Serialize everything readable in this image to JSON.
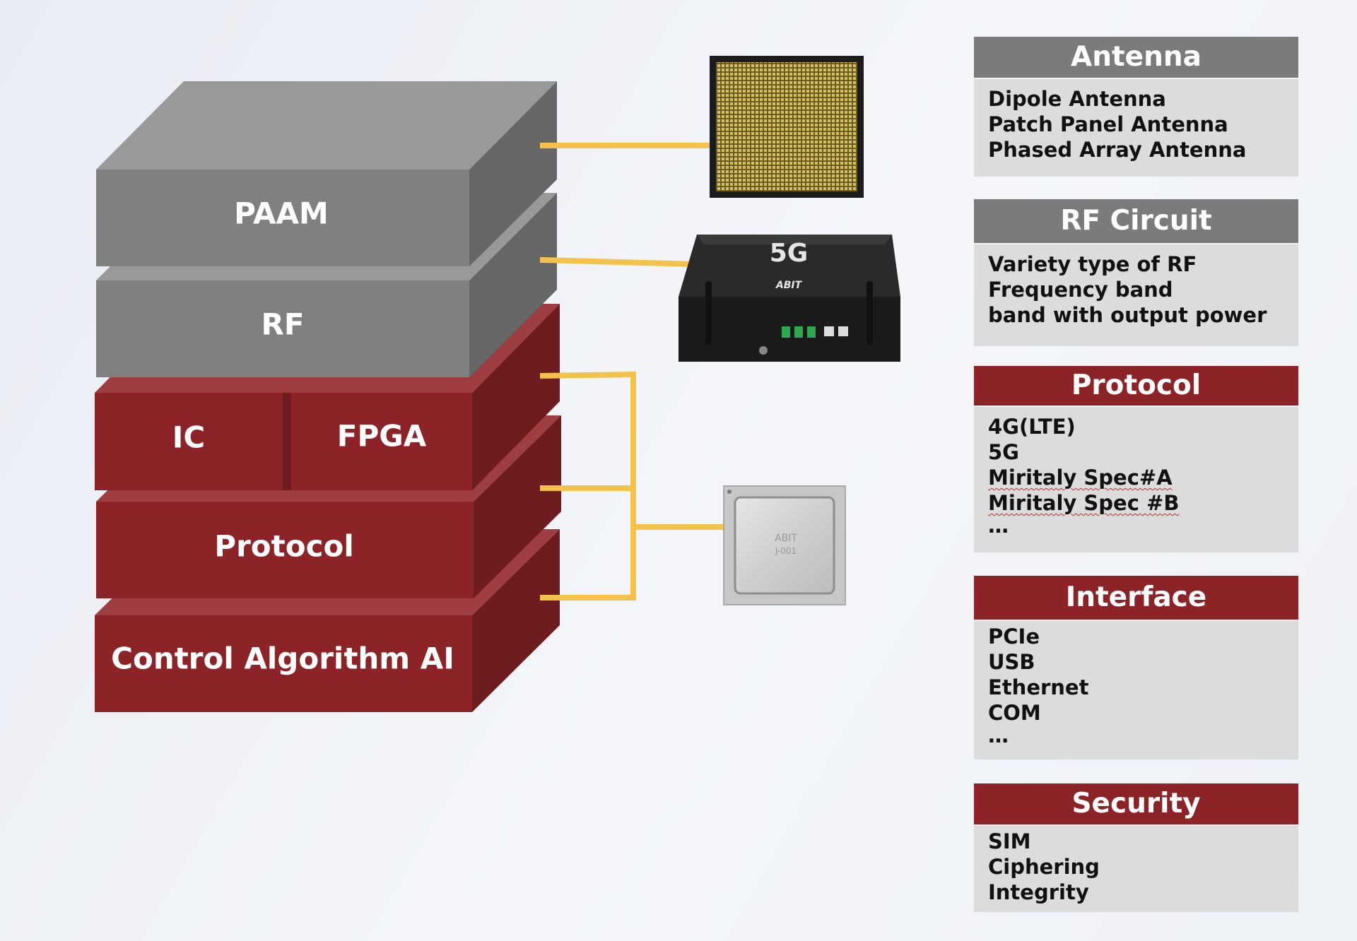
{
  "colors": {
    "gray_front": "#808080",
    "gray_top": "#999999",
    "gray_side": "#676767",
    "red_front": "#8b2327",
    "red_top": "#9e3e43",
    "red_side": "#6e1c1f",
    "connector": "#f2c24a",
    "panel_body": "#dcdcdc"
  },
  "blocks": {
    "paam": "PAAM",
    "rf": "RF",
    "ic": "IC",
    "fpga": "FPGA",
    "protocol": "Protocol",
    "control": "Control Algorithm AI"
  },
  "devices": {
    "router_text": "5G",
    "router_brand": "ABIT",
    "chip_text_1": "ABIT",
    "chip_text_2": "J-001"
  },
  "panels": {
    "antenna": {
      "title": "Antenna",
      "items": [
        "Dipole Antenna",
        "Patch Panel Antenna",
        "Phased Array Antenna"
      ]
    },
    "rf_circuit": {
      "title": "RF Circuit",
      "items": [
        "Variety type of RF",
        "Frequency band",
        "band with output power"
      ]
    },
    "protocol": {
      "title": "Protocol",
      "items": [
        "4G(LTE)",
        "5G",
        "Miritaly Spec#A",
        "Miritaly Spec #B",
        "…"
      ]
    },
    "interface": {
      "title": "Interface",
      "items": [
        "PCIe",
        "USB",
        "Ethernet",
        "COM",
        "…"
      ]
    },
    "security": {
      "title": "Security",
      "items": [
        "SIM",
        "Ciphering",
        "Integrity"
      ]
    }
  }
}
